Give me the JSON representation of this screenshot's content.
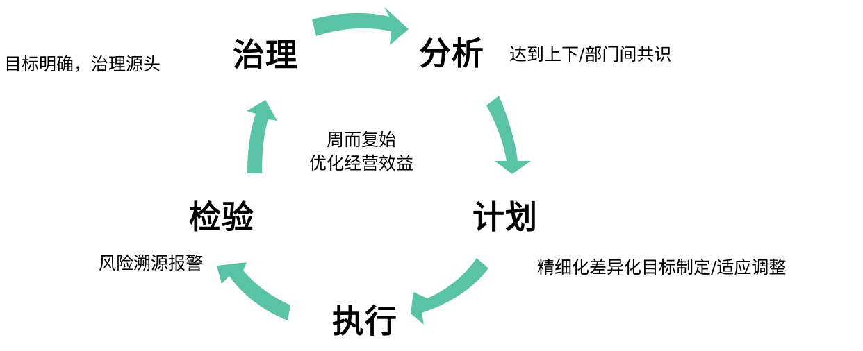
{
  "colors": {
    "arrow": "#5bc3a5",
    "text": "#000000",
    "background": "#ffffff"
  },
  "stages": {
    "governance": {
      "label": "治理",
      "note": "目标明确，治理源头"
    },
    "analysis": {
      "label": "分析",
      "note": "达到上下/部门间共识"
    },
    "plan": {
      "label": "计划",
      "note": "精细化差异化目标制定/适应调整"
    },
    "execute": {
      "label": "执行"
    },
    "inspect": {
      "label": "检验",
      "note": "风险溯源报警"
    }
  },
  "center": {
    "line1": "周而复始",
    "line2": "优化经营效益"
  }
}
